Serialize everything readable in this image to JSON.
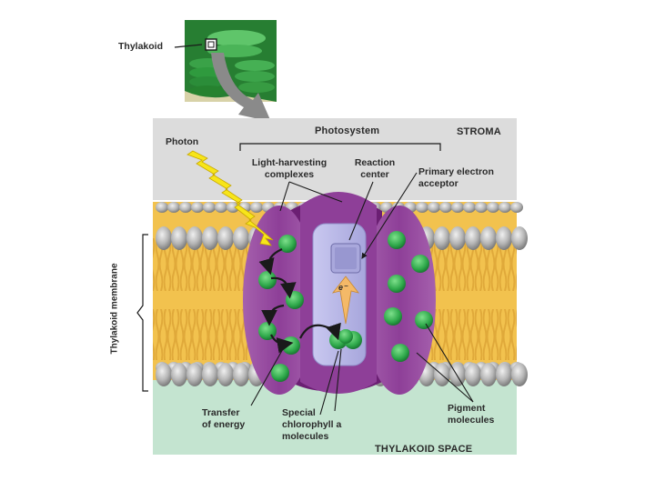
{
  "labels": {
    "thylakoid": "Thylakoid",
    "photosystem": "Photosystem",
    "stroma": "STROMA",
    "photon": "Photon",
    "light_harvesting": "Light-harvesting\ncomplexes",
    "reaction_center": "Reaction\ncenter",
    "primary_acceptor": "Primary electron\nacceptor",
    "thylakoid_membrane": "Thylakoid membrane",
    "transfer_energy": "Transfer\nof energy",
    "special_chlorophyll": "Special\nchlorophyll a\nmolecules",
    "pigment_molecules": "Pigment\nmolecules",
    "thylakoid_space": "THYLAKOID SPACE",
    "electron": "e⁻"
  },
  "colors": {
    "stroma_bg": "#dcdcdc",
    "thylakoid_space_bg": "#c4e4d0",
    "lipid_tail": "#f2c24e",
    "head": "#b9b9b9",
    "complex_purple": "#8e3f98",
    "complex_dark": "#6b1f73",
    "reaction_center": "#b9b8e6",
    "pigment": "#2ea84a",
    "photon": "#f7e51a"
  }
}
